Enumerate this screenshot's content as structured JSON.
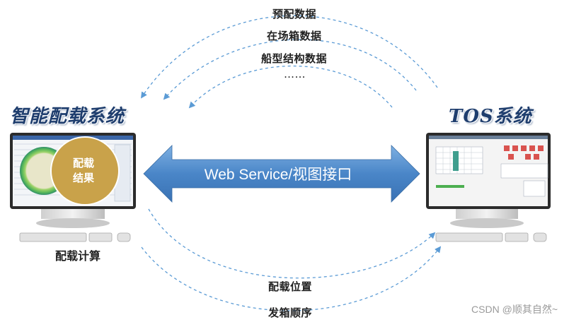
{
  "flows_from_tos": [
    "预配数据",
    "在场箱数据",
    "船型结构数据",
    "……"
  ],
  "flows_to_tos": [
    "配载位置",
    "发箱顺序"
  ],
  "left_system": {
    "title": "智能配载系统",
    "caption": "配载计算",
    "badge": [
      "配载",
      "结果"
    ]
  },
  "right_system": {
    "title": "TOS系统"
  },
  "interface_label": "Web Service/视图接口",
  "watermark": "CSDN @顺其自然~",
  "colors": {
    "arrow": "#4a86c8",
    "dashed_flow": "#5b9bd5",
    "title": "#1f3e6e",
    "badge": "#c9a24a"
  }
}
